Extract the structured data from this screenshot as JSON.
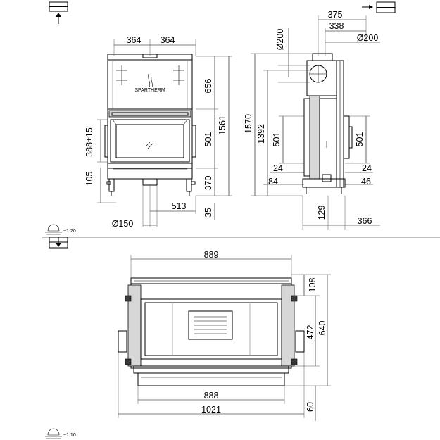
{
  "drawing": {
    "brand": "SPARTHERM",
    "front": {
      "width_left": "364",
      "width_right": "364",
      "top_section": "656",
      "total": "1561",
      "door_left": "388±15",
      "door_right": "501",
      "base_left": "105",
      "base_right": "370",
      "flue_offset": "513",
      "flue_diameter": "Ø150",
      "foot": "35"
    },
    "side": {
      "top_offset": "375",
      "top_width": "338",
      "flue_left": "Ø200",
      "flue_right": "Ø200",
      "height_total": "1570",
      "height_inner": "1392",
      "door_left": "501",
      "door_right": "501",
      "gap_left": "24",
      "gap_right": "24",
      "base_left": "84",
      "base_right": "46",
      "depth_base": "129",
      "depth_total": "366"
    },
    "plan": {
      "top_width": "889",
      "top_depth": "108",
      "inner_depth": "472",
      "total_depth": "640",
      "inner_width": "888",
      "total_width": "1021",
      "front_offset": "60"
    },
    "scale_top": "~1:20",
    "scale_bottom": "~1:10"
  }
}
